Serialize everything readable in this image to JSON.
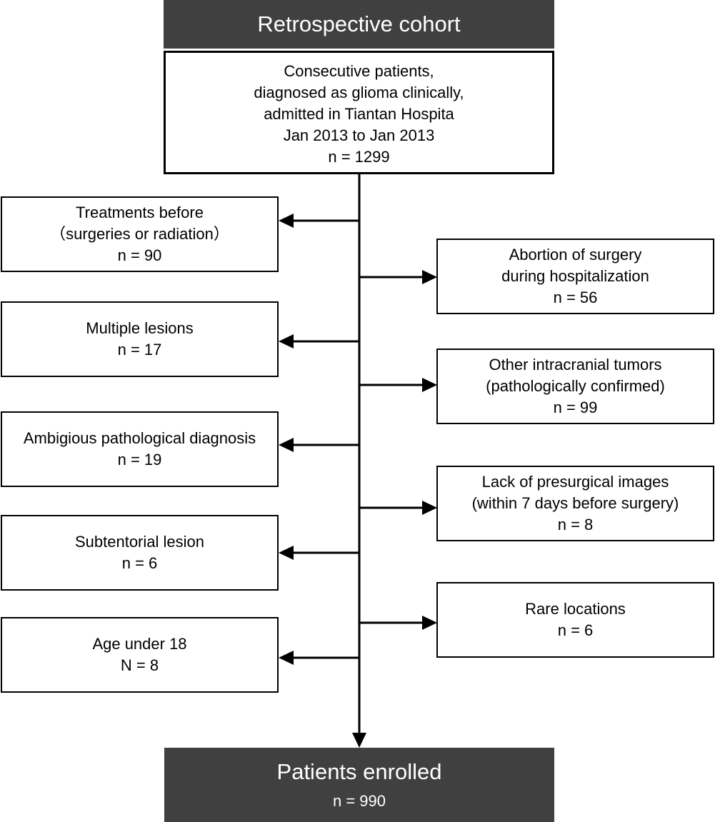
{
  "header": {
    "title": "Retrospective cohort"
  },
  "start": {
    "lines": [
      "Consecutive patients,",
      "diagnosed as glioma clinically,",
      "admitted in Tiantan Hospita",
      "Jan 2013 to Jan 2013",
      "n  = 1299"
    ]
  },
  "exclusions_left": [
    {
      "lines": [
        "Treatments before",
        "（surgeries or radiation）",
        "n = 90"
      ]
    },
    {
      "lines": [
        "Multiple lesions",
        "n = 17"
      ]
    },
    {
      "lines": [
        "Ambigious pathological diagnosis",
        "n = 19"
      ]
    },
    {
      "lines": [
        "Subtentorial lesion",
        "n = 6"
      ]
    },
    {
      "lines": [
        "Age under 18",
        "N = 8"
      ]
    }
  ],
  "exclusions_right": [
    {
      "lines": [
        "Abortion of surgery",
        "during hospitalization",
        "n = 56"
      ]
    },
    {
      "lines": [
        "Other intracranial tumors",
        "(pathologically confirmed)",
        "n = 99"
      ]
    },
    {
      "lines": [
        "Lack of presurgical images",
        "(within 7 days before surgery)",
        "n = 8"
      ]
    },
    {
      "lines": [
        "Rare locations",
        "n = 6"
      ]
    }
  ],
  "final": {
    "title": "Patients enrolled",
    "count": "n = 990"
  },
  "colors": {
    "dark_fill": "#404040",
    "line": "#000000"
  }
}
